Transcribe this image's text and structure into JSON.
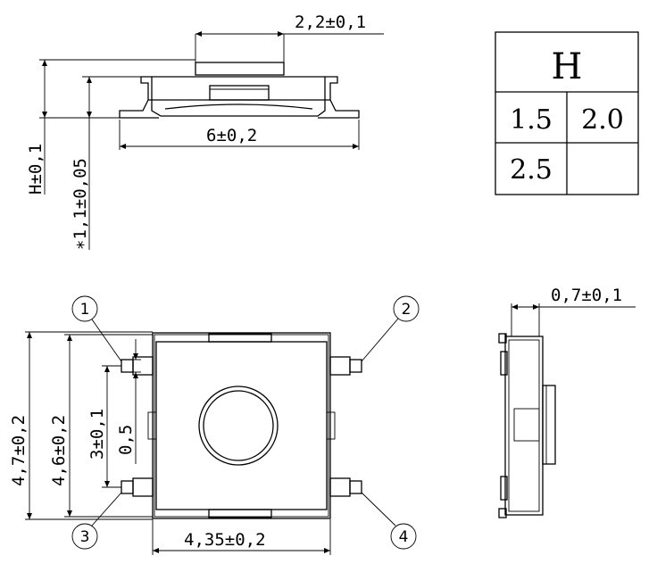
{
  "top_view": {
    "width_dim": "2,2±0,1",
    "base_dim": "6±0,2",
    "height_dim": "H±0,1",
    "stem_dim": "∗1,1±0,05"
  },
  "height_table": {
    "header": "H",
    "cells": [
      "1.5",
      "2.0",
      "2.5",
      ""
    ]
  },
  "front_view": {
    "total_height_dim": "4,7±0,2",
    "body_height_dim": "4,6±0,2",
    "pitch_dim": "3±0,1",
    "pin_width_dim": "0,5",
    "body_width_dim": "4,35±0,2",
    "pins": [
      "1",
      "2",
      "3",
      "4"
    ]
  },
  "side_view": {
    "thickness_dim": "0,7±0,1"
  }
}
